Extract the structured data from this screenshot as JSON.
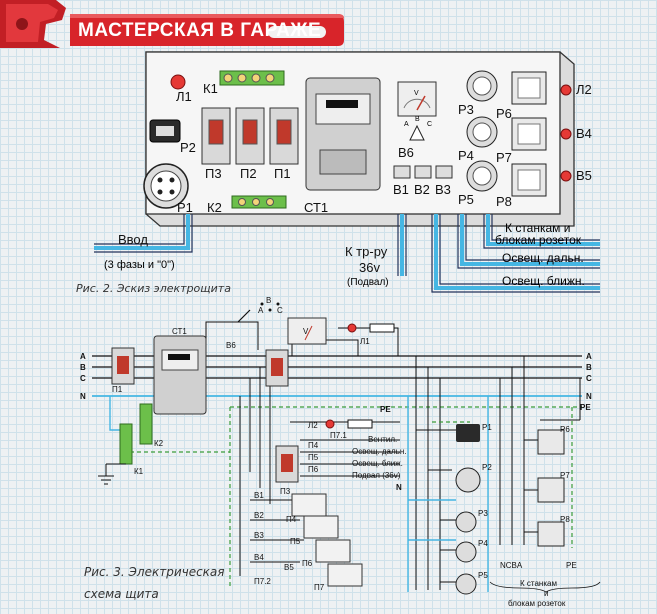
{
  "header": {
    "title": "МАСТЕРСКАЯ В ГАРАЖЕ"
  },
  "panel": {
    "labels": {
      "l1": "Л1",
      "k1": "К1",
      "p2": "Р2",
      "p3_breaker": "П3",
      "p2_breaker": "П2",
      "p1_breaker": "П1",
      "p1_socket": "Р1",
      "k2": "К2",
      "st1": "СТ1",
      "meter_scale": "V",
      "b6": "В6",
      "b1": "В1",
      "b2": "В2",
      "b3": "В3",
      "p3": "Р3",
      "p4": "Р4",
      "p5": "Р5",
      "p6": "Р6",
      "p7": "Р7",
      "p8": "Р8",
      "l2": "Л2",
      "b4": "В4",
      "b5": "В5",
      "sw_a": "A",
      "sw_b": "B",
      "sw_c": "C"
    },
    "outputs": {
      "input_main": "Ввод",
      "input_sub": "(3 фазы и \"0\")",
      "trans_main": "К тр-ру",
      "trans_volt": "36v",
      "trans_sub": "(Подвал)",
      "machines_1": "К станкам и",
      "machines_2": "блокам розеток",
      "light_far": "Освещ. дальн.",
      "light_near": "Освещ. ближн."
    },
    "caption": "Рис. 2. Эскиз электрощита"
  },
  "schematic": {
    "buses": {
      "a": "A",
      "b": "B",
      "c": "C",
      "n": "N",
      "pe": "PE"
    },
    "labels": {
      "st1": "СТ1",
      "b6": "В6",
      "meter": "V",
      "l1": "Л1",
      "p1": "П1",
      "k2": "К2",
      "k1": "К1",
      "l2": "Л2",
      "p7_1": "П7.1",
      "p4": "П4",
      "p5": "П5",
      "p6": "П6",
      "p3": "П3",
      "p7": "П7",
      "p7_2": "П7.2",
      "b1": "В1",
      "b2": "В2",
      "b3": "В3",
      "b4": "В4",
      "b5": "В5",
      "r1": "Р1",
      "r2": "Р2",
      "r3": "Р3",
      "r4": "Р4",
      "r5": "Р5",
      "r6": "Р6",
      "r7": "Р7",
      "r8": "Р8",
      "ncba": "NCBA",
      "pe_bottom": "PE",
      "sw_a": "A",
      "sw_b": "B",
      "sw_c": "C"
    },
    "outputs": {
      "vent": "Вентил.",
      "far": "Освещ. дальн.",
      "near": "Освещ. ближ.",
      "basement": "Подвал (36v)",
      "pe_label": "PE",
      "n_label": "N"
    },
    "bottom": {
      "l1": "К станкам",
      "l2": "и",
      "l3": "блокам розеток"
    },
    "caption": {
      "line1": "Рис. 3. Электрическая",
      "line2": "схема щита"
    }
  },
  "colors": {
    "banner": "#d8242a",
    "panel": "#f4f4f4",
    "wire_blue": "#45b6e3",
    "wire_green": "#3c9c3c",
    "breaker": "#c0392b"
  }
}
